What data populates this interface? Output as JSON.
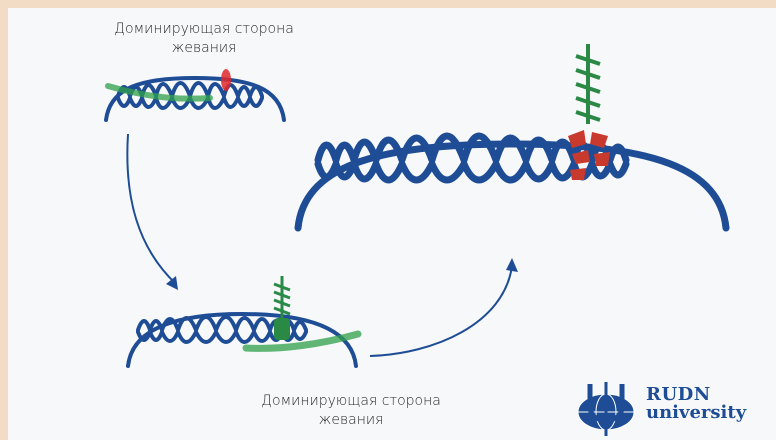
{
  "labels": {
    "top": [
      "Доминирующая сторона",
      "жевания"
    ],
    "bottom": [
      "Доминирующая сторона",
      "жевания"
    ]
  },
  "logo": {
    "line1": "RUDN",
    "line2": "university"
  },
  "colors": {
    "teeth": "#1e4d96",
    "chewing_side": "#2fa04a",
    "implant": "#2a8a45",
    "pain_dot": "#e0282a",
    "bone_loss": "#c83a2e",
    "arrow": "#1e4d96"
  },
  "icons": [
    "globe-icon",
    "implant-icon"
  ]
}
